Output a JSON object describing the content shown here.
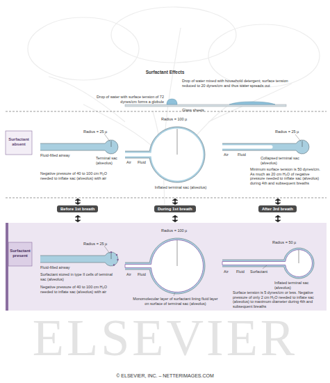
{
  "diagram": {
    "title": "Surfactant Effects",
    "nodes": [
      {
        "text": [
          "Before 1st breath"
        ]
      },
      {
        "text": [
          "During 1st breath"
        ]
      },
      {
        "text": [
          "After 3rd breath"
        ]
      }
    ],
    "labels": [
      "Drop of water with surface tension of 72 dynes/cm forms a globule",
      "Drop of water mixed with household detergent; surface tension reduced to 20 dynes/cm and thus water spreads out",
      "Glass sheets",
      "Surfactant absent",
      "Radius = 25 µ",
      "Fluid-filled airway",
      "Terminal sac (alveolus)",
      "Negative pressure of 40 to 100 cm H₂O needed to inflate sac (alveolus) with air",
      "Radius = 100 µ",
      "Air",
      "Fluid",
      "Inflated terminal sac (alveolus)",
      "Radius = 25 µ",
      "Air",
      "Fluid",
      "Collapsed terminal sac (alveolus)",
      "Minimum surface tension is 50 dynes/cm. As much as 20 cm H₂O of negative pressure needed to inflate sac (alveolus) during 4th and subsequent breaths",
      "Surfactant present",
      "Radius = 25 µ",
      "Fluid-filled airway",
      "Surfactant stored in type II cells of terminal sac (alveolus)",
      "Negative pressure of 40 to 100 cm H₂O needed to inflate sac (alveolus) with air",
      "Radius = 100 µ",
      "Air",
      "Fluid",
      "Monomolecular layer of surfactant lining fluid layer on surface of terminal sac (alveolus)",
      "Radius = 50 µ",
      "Air",
      "Fluid",
      "Surfactant",
      "Inflated terminal sac (alveolus)",
      "Surface tension is 5 dynes/cm or less. Negative pressure of only 2 cm H₂O needed to inflate sac (alveolus) to maximum diameter during 4th and subsequent breaths",
      "ELSEVIER",
      "© ELSEVIER, INC. – NETTERIMAGES.COM"
    ]
  }
}
